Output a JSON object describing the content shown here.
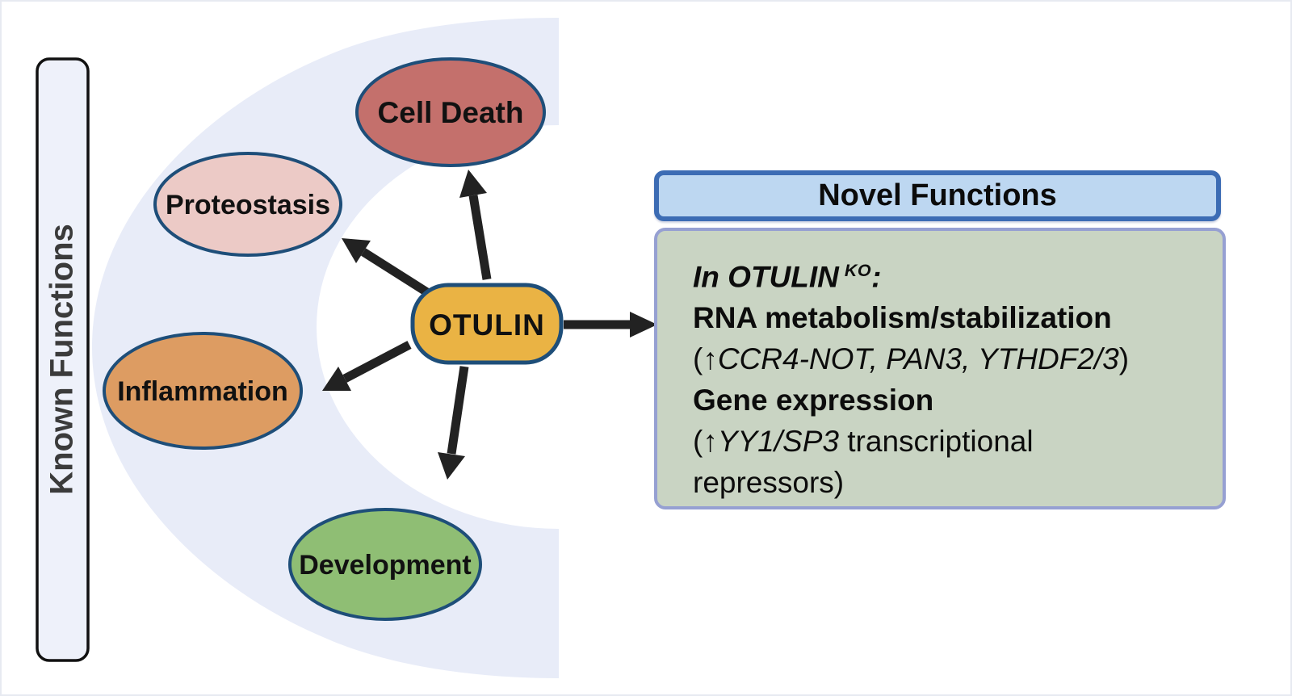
{
  "canvas": {
    "background": "#ffffff",
    "frame_border": "#e7eaf1"
  },
  "colors": {
    "crescent_fill": "#e8ecf8",
    "ellipse_border": "#1e4e79",
    "arrow": "#222222",
    "cell_death_fill": "#c4706c",
    "proteostasis_fill": "#eccac6",
    "inflammation_fill": "#dd9c62",
    "development_fill": "#8fbe74",
    "otulin_fill": "#eab344",
    "known_bar_fill": "#eef1fa",
    "known_bar_border": "#111111",
    "known_text_color": "#3b3b3b"
  },
  "known_functions": {
    "label": "Known Functions"
  },
  "ellipses": {
    "cell_death": {
      "label": "Cell Death"
    },
    "proteostasis": {
      "label": "Proteostasis"
    },
    "inflammation": {
      "label": "Inflammation"
    },
    "development": {
      "label": "Development"
    }
  },
  "otulin": {
    "label": "OTULIN"
  },
  "novel_functions": {
    "title": "Novel Functions",
    "line1": {
      "italic_bold": "In OTULIN",
      "sup": "KO",
      "colon": ":"
    },
    "line2": "RNA metabolism/stabilization",
    "line3": {
      "open": "(",
      "arrow": "↑",
      "italic": "CCR4-NOT, PAN3, YTHDF2/3",
      "close": ")"
    },
    "line4": "Gene expression",
    "line5": {
      "open": "(",
      "arrow": "↑",
      "italic": "YY1/SP3",
      "rest": " transcriptional"
    },
    "line6": "repressors)"
  }
}
